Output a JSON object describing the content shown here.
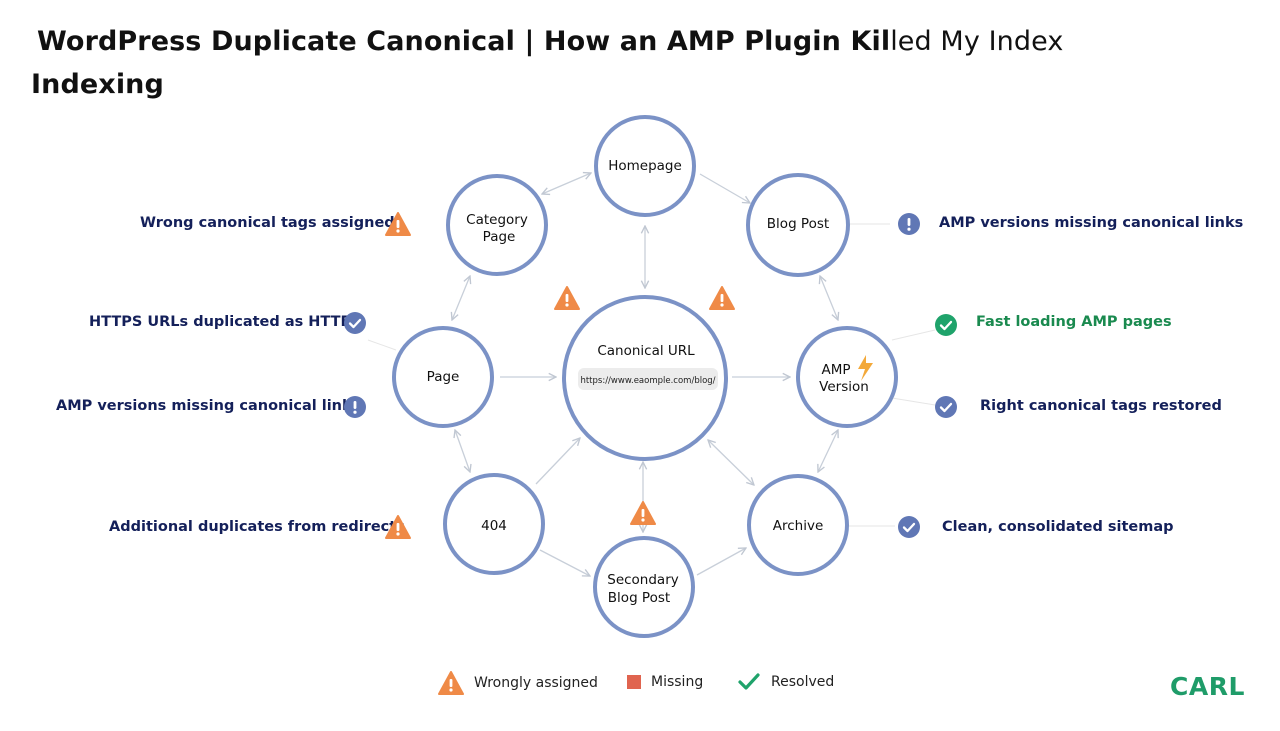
{
  "title": {
    "line1_bold": "WordPress Duplicate Canonical | How an AMP Plugin Kil",
    "line1_light": "led My Index",
    "line2": "Indexing"
  },
  "nodes": {
    "homepage": "Homepage",
    "category_line1": "Category",
    "category_line2": "Page",
    "blog_post": "Blog Post",
    "page": "Page",
    "canonical": "Canonical URL",
    "canonical_url": "https://www.eaomple.com/blog/",
    "amp_line1": "AMP",
    "amp_line2": "Version",
    "n404": "404",
    "archive": "Archive",
    "secondary_line1": "Secondary",
    "secondary_line2": "Blog Post"
  },
  "annotations": {
    "left": [
      {
        "text": "Wrong canonical tags assigned",
        "icon": "warning-icon"
      },
      {
        "text": "HTTPS URLs duplicated as HTTP",
        "icon": "check-circle-icon"
      },
      {
        "text": "AMP versions missing canonical links",
        "icon": "exclamation-circle-icon"
      },
      {
        "text": "Additional duplicates from redirects",
        "icon": "warning-icon"
      }
    ],
    "right": [
      {
        "text": "AMP versions missing canonical links",
        "icon": "exclamation-circle-icon"
      },
      {
        "text": "Fast loading AMP pages",
        "icon": "check-circle-icon"
      },
      {
        "text": "Right canonical tags restored",
        "icon": "check-circle-icon"
      },
      {
        "text": "Clean, consolidated sitemap",
        "icon": "check-circle-icon"
      }
    ]
  },
  "legend": {
    "wrong": "Wrongly assigned",
    "missing": "Missing",
    "resolved": "Resolved"
  },
  "brand": "CARL",
  "colors": {
    "node_stroke": "#7b92c6",
    "warning": "#ef8a47",
    "info": "#6077b5",
    "green": "#1fa36b",
    "missing": "#e0644f",
    "text_dark": "#14205a"
  }
}
